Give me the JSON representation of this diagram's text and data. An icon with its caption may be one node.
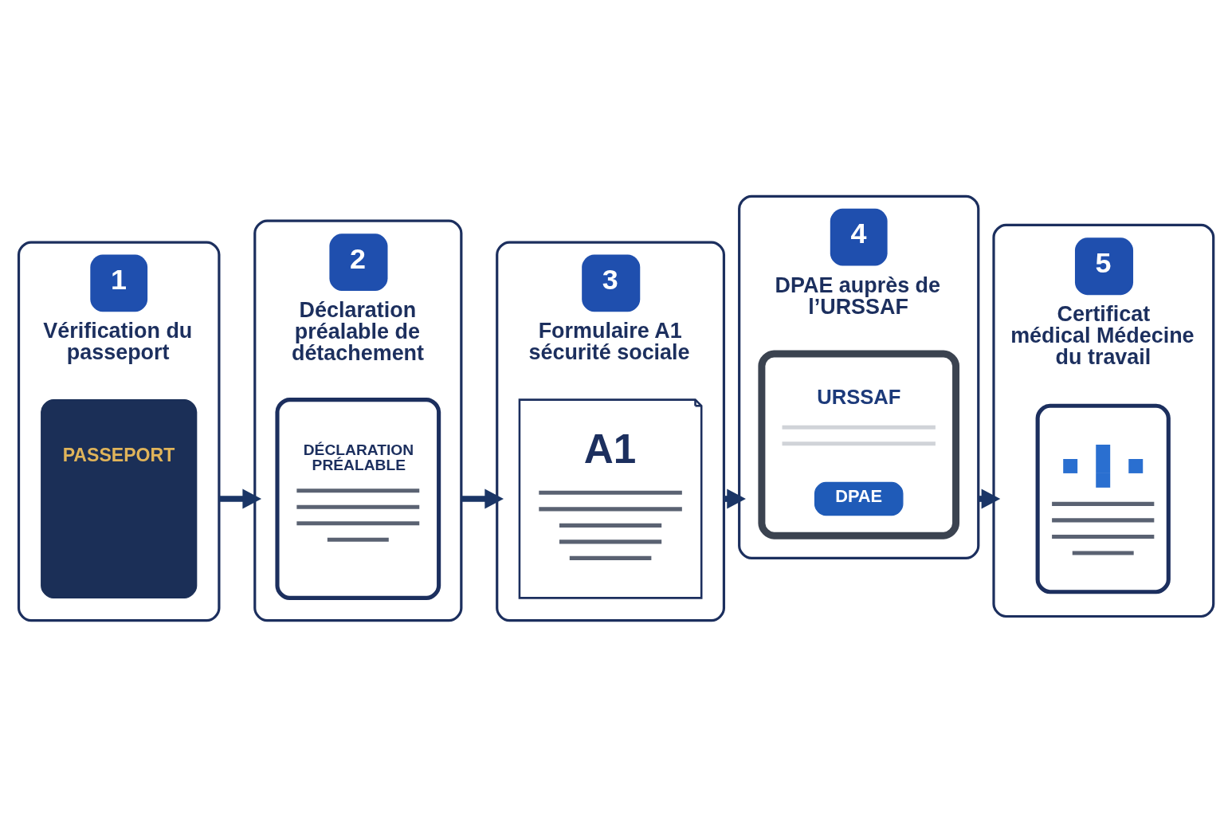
{
  "diagram": {
    "nodes": [
      {
        "text": [
          "1",
          "Vérification du passeport"
        ]
      },
      {
        "text": [
          "PASSEPORT"
        ],
        "in": 0
      },
      {
        "text": [
          "2",
          "Déclaration préalable de détachement"
        ]
      },
      {
        "text": [
          "DÉCLARATION PRÉALABLE"
        ],
        "in": 2
      },
      {
        "text": [
          "3",
          "Formulaire A1 sécurité sociale"
        ]
      },
      {
        "text": [
          "A1"
        ],
        "in": 4
      },
      {
        "text": [
          "4",
          "DPAE auprès de l’URSSAF"
        ]
      },
      {
        "text": [
          "URSSAF"
        ],
        "in": 6
      },
      {
        "text": [
          "DPAE"
        ],
        "in": 7
      },
      {
        "text": [
          "5",
          "Certificat médical Médecine du travail"
        ]
      },
      {
        "text": [],
        "shape": "picture",
        "in": 9
      }
    ],
    "edges": [
      {
        "from": 0,
        "to": 2,
        "arrow": "to"
      },
      {
        "from": 2,
        "to": 4,
        "arrow": "to"
      },
      {
        "from": 4,
        "to": 6,
        "arrow": "to"
      },
      {
        "from": 6,
        "to": 9,
        "arrow": "to"
      }
    ]
  }
}
